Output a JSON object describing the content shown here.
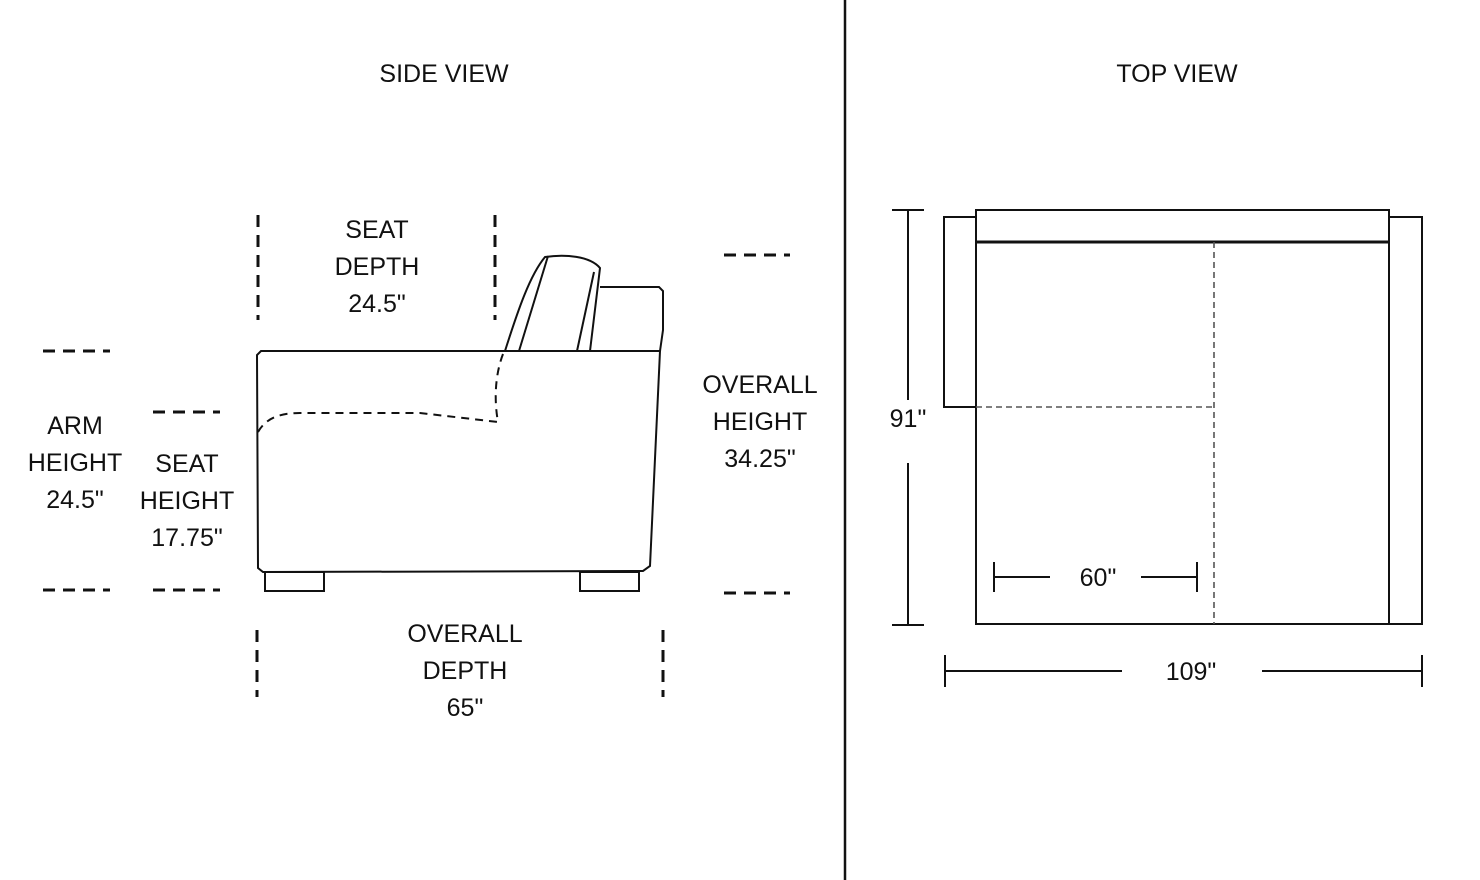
{
  "side_view": {
    "title": "SIDE VIEW",
    "seat_depth": [
      "SEAT",
      "DEPTH",
      "24.5\""
    ],
    "arm_height": [
      "ARM",
      "HEIGHT",
      "24.5\""
    ],
    "seat_height": [
      "SEAT",
      "HEIGHT",
      "17.75\""
    ],
    "overall_height": [
      "OVERALL",
      "HEIGHT",
      "34.25\""
    ],
    "overall_depth": [
      "OVERALL",
      "DEPTH",
      "65\""
    ]
  },
  "top_view": {
    "title": "TOP VIEW",
    "depth": "91\"",
    "width": "109\"",
    "chaise_width": "60\""
  },
  "colors": {
    "line": "#111111",
    "background": "#ffffff"
  }
}
